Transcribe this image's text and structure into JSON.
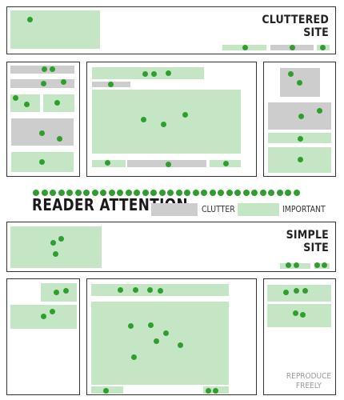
{
  "cluttered": {
    "title_line1": "CLUTTERED",
    "title_line2": "SITE"
  },
  "simple": {
    "title_line1": "SIMPLE",
    "title_line2": "SITE"
  },
  "attention_title": "READER ATTENTION",
  "legend": {
    "clutter_label": "CLUTTER",
    "important_label": "IMPORTANT"
  },
  "credit": {
    "line1": "REPRODUCE",
    "line2": "FREELY"
  },
  "colors": {
    "important": "#c4e6c4",
    "clutter": "#cdcdcd",
    "attention_dot": "#2f9e2f",
    "border": "#333333"
  },
  "attention_dot_count": 32
}
